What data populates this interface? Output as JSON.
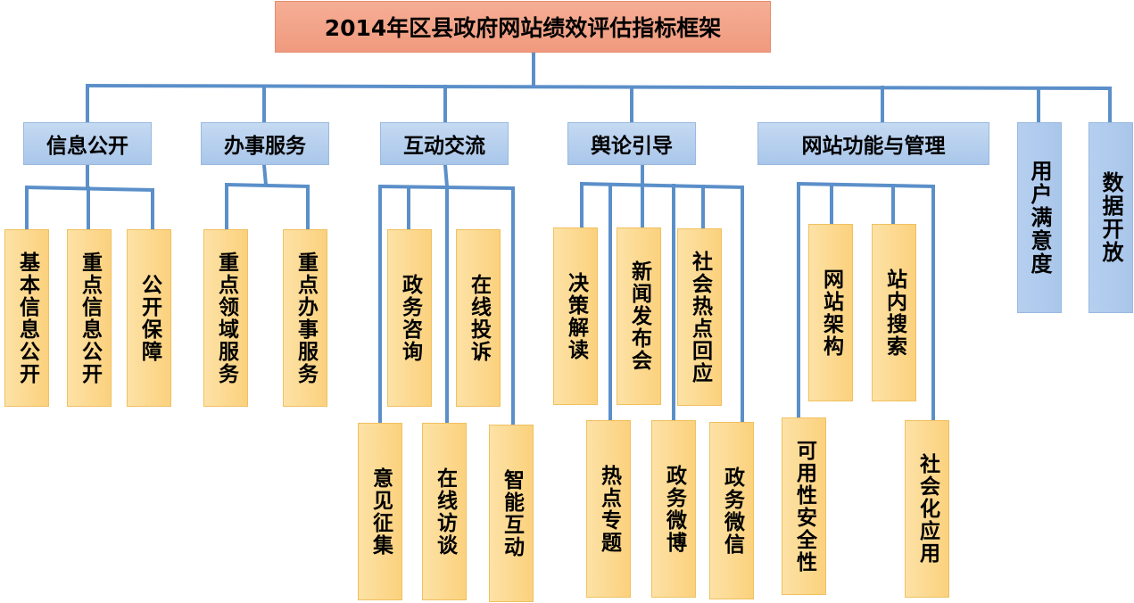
{
  "root": {
    "title": "2014年区县政府网站绩效评估指标框架"
  },
  "categories": [
    {
      "label": "信息公开",
      "children": [
        "基本信息公开",
        "重点信息公开",
        "公开保障"
      ]
    },
    {
      "label": "办事服务",
      "children": [
        "重点领域服务",
        "重点办事服务"
      ]
    },
    {
      "label": "互动交流",
      "children": [
        "政务咨询",
        "在线投诉",
        "意见征集",
        "在线访谈",
        "智能互动"
      ]
    },
    {
      "label": "舆论引导",
      "children": [
        "决策解读",
        "新闻发布会",
        "社会热点回应",
        "热点专题",
        "政务微博",
        "政务微信"
      ]
    },
    {
      "label": "网站功能与管理",
      "children": [
        "网站架构",
        "站内搜索",
        "可用性安全性",
        "社会化应用"
      ]
    },
    {
      "label": "用户满意度",
      "children": []
    },
    {
      "label": "数据开放",
      "children": []
    }
  ],
  "colors": {
    "connector": "#5b8fc9",
    "root_fill": "#f5ae95",
    "category_fill": "#a9c6ea",
    "leaf_fill": "#fbd17d"
  }
}
